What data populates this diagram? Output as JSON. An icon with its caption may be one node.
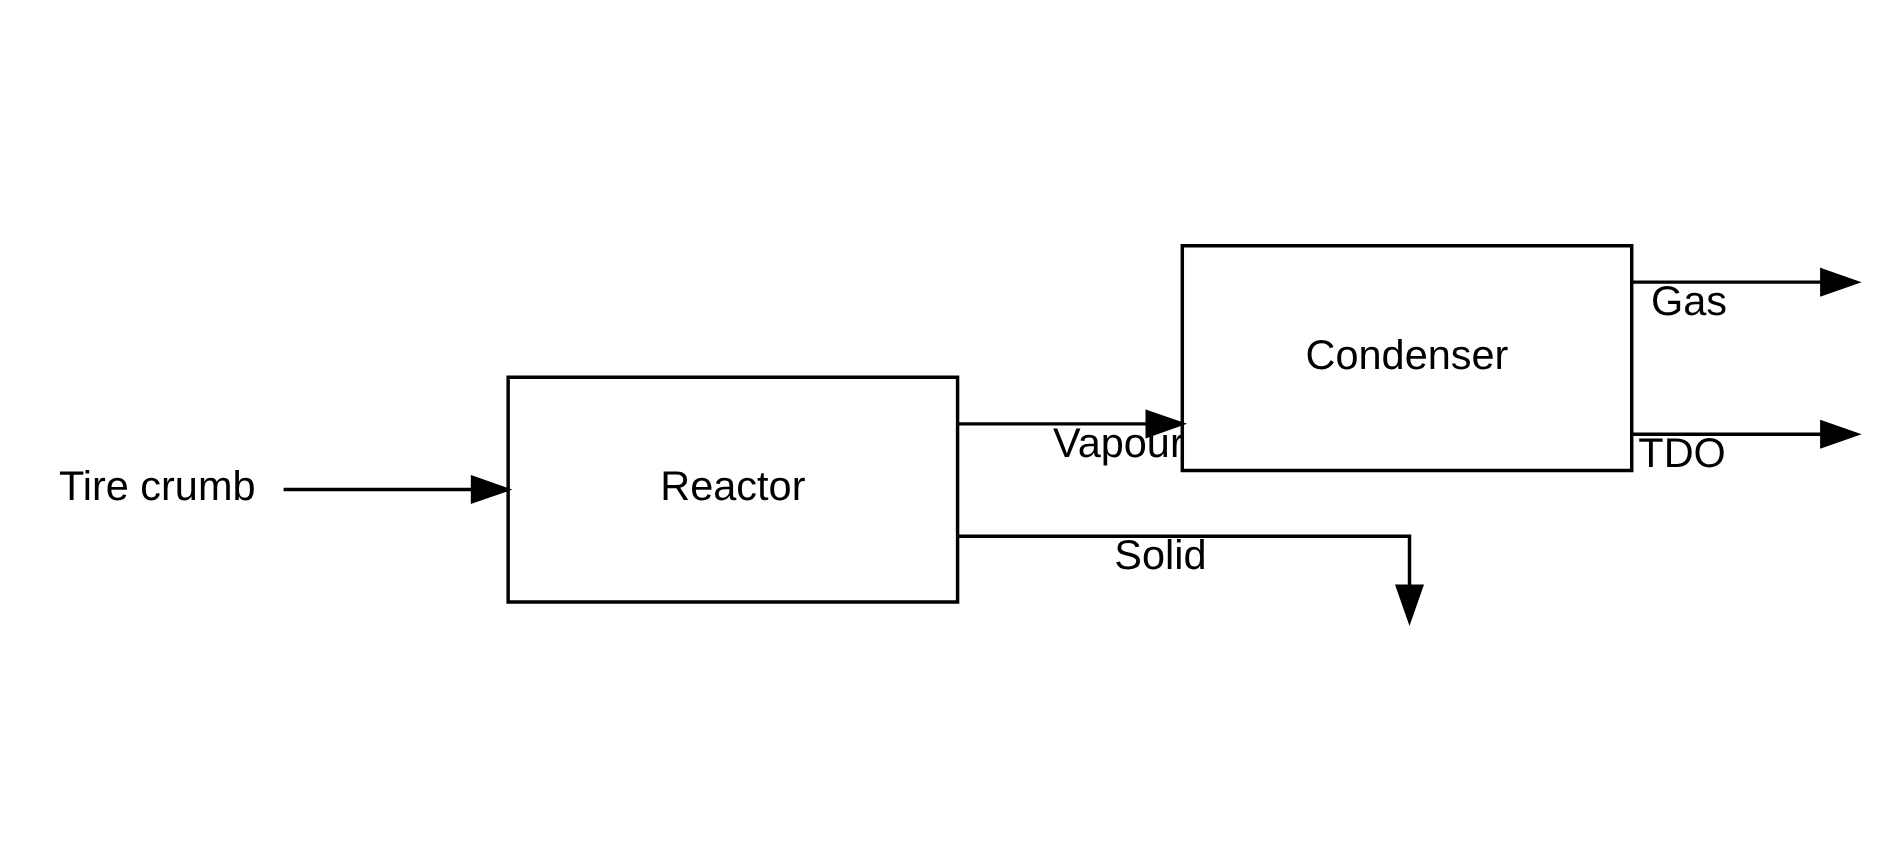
{
  "diagram": {
    "nodes": [
      {
        "text": [
          "Tire crumb"
        ]
      },
      {
        "text": [
          "Reactor"
        ]
      },
      {
        "text": [
          "Condenser"
        ]
      }
    ],
    "edges": [
      {
        "from": 0,
        "to": 1,
        "arrow": "to"
      },
      {
        "from": 1,
        "to": 2,
        "arrow": "to",
        "label": "Vapour"
      },
      {
        "from": 1,
        "to": null,
        "arrow": "to",
        "label": "Solid"
      },
      {
        "from": 2,
        "to": null,
        "arrow": "to",
        "label": "Gas"
      },
      {
        "from": 2,
        "to": null,
        "arrow": "to",
        "label": "TDO"
      }
    ]
  }
}
